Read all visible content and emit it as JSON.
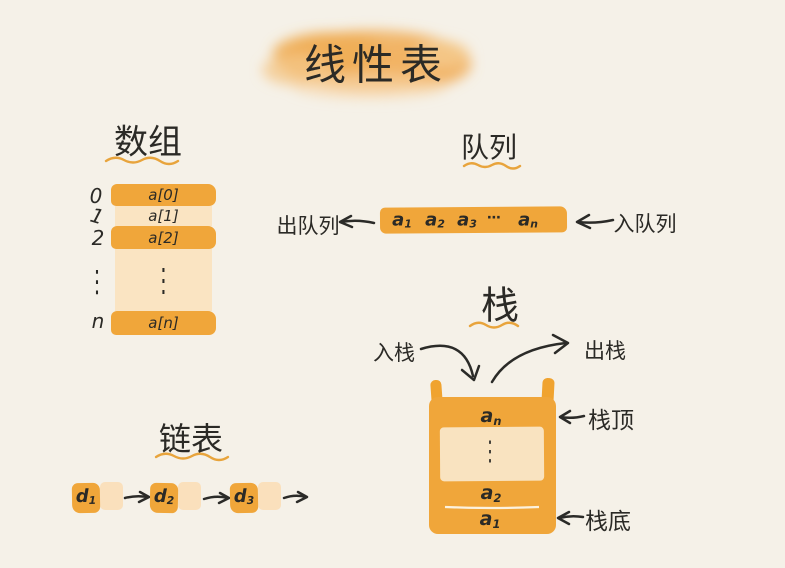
{
  "title": "线性表",
  "colors": {
    "orange": "#F0A63A",
    "peach": "#FAE4C2",
    "background": "#F5F1E8",
    "ink": "#2b2b28",
    "accent": "#E8A43C"
  },
  "array": {
    "heading": "数组",
    "indices": {
      "i0": "0",
      "i1": "1",
      "i2": "2",
      "dots": "⋮",
      "in": "n"
    },
    "cells": {
      "c0": "a[0]",
      "c1": "a[1]",
      "c2": "a[2]",
      "dots": "⋮",
      "cn": "a[n]"
    }
  },
  "queue": {
    "heading": "队列",
    "dequeue_label": "出队列",
    "enqueue_label": "入队列",
    "items": [
      {
        "base": "a",
        "sub": "1"
      },
      {
        "base": "a",
        "sub": "2"
      },
      {
        "base": "a",
        "sub": "3"
      },
      {
        "base": "⋯",
        "sub": ""
      },
      {
        "base": "a",
        "sub": "n"
      }
    ]
  },
  "stack": {
    "heading": "栈",
    "push_label": "入栈",
    "pop_label": "出栈",
    "top_label": "栈顶",
    "bottom_label": "栈底",
    "items": [
      {
        "base": "a",
        "sub": "n"
      },
      {
        "base": "⋮",
        "sub": ""
      },
      {
        "base": "a",
        "sub": "2"
      },
      {
        "base": "a",
        "sub": "1"
      }
    ]
  },
  "list": {
    "heading": "链表",
    "nodes": [
      {
        "base": "d",
        "sub": "1"
      },
      {
        "base": "d",
        "sub": "2"
      },
      {
        "base": "d",
        "sub": "3"
      }
    ]
  }
}
